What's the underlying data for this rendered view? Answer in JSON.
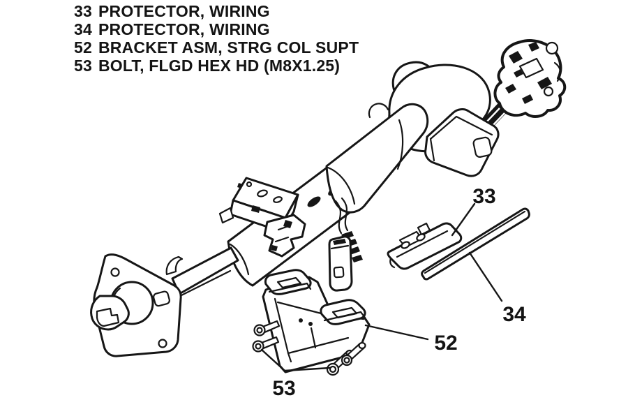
{
  "colors": {
    "ink": "#141414",
    "background": "#ffffff"
  },
  "legend": {
    "items": [
      {
        "number": "33",
        "name": "PROTECTOR, WIRING"
      },
      {
        "number": "34",
        "name": "PROTECTOR, WIRING"
      },
      {
        "number": "52",
        "name": "BRACKET ASM, STRG COL SUPT"
      },
      {
        "number": "53",
        "name": "BOLT, FLGD HEX HD (M8X1.25)"
      }
    ]
  },
  "callouts": {
    "c33": "33",
    "c34": "34",
    "c52": "52",
    "c53": "53"
  }
}
